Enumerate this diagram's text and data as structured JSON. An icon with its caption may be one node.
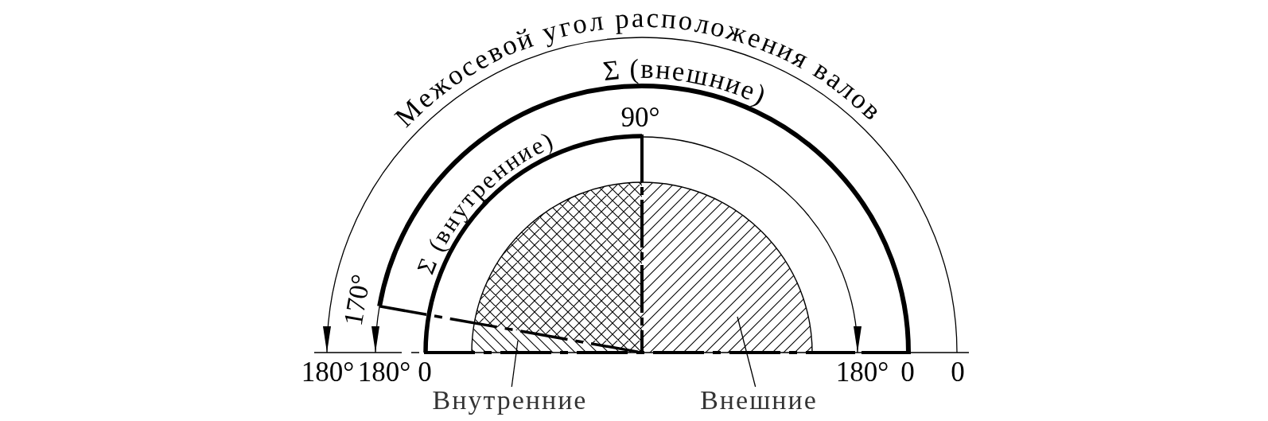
{
  "diagram": {
    "nodes": [
      {
        "text": [],
        "shape": "sector"
      },
      {
        "text": [],
        "shape": "sector"
      },
      {
        "text": [
          "Внутренние"
        ]
      },
      {
        "text": [
          "Внешние"
        ]
      }
    ],
    "edges": [
      {
        "from": 2,
        "to": 0,
        "arrow": "none"
      },
      {
        "from": 3,
        "to": 1,
        "arrow": "none"
      }
    ],
    "labels": [
      "Межосевой угол расположения валов",
      "Σ (внешние)",
      "90°",
      "Σ (внутренние)",
      "170°",
      "180°",
      "180°",
      "0",
      "180°",
      "0",
      "0"
    ]
  }
}
